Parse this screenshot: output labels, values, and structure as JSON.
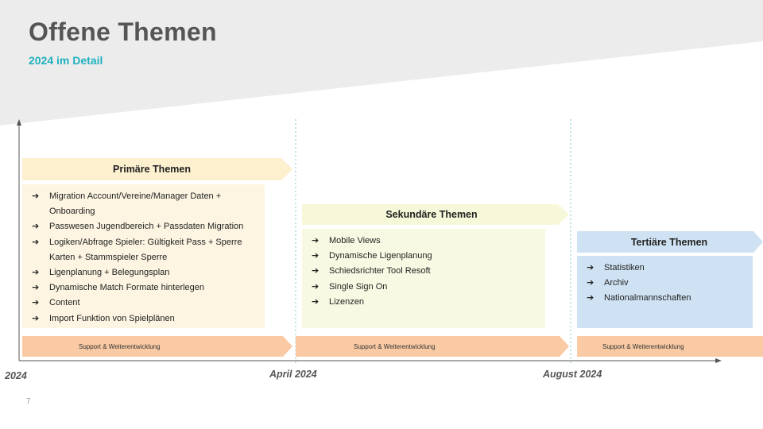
{
  "header": {
    "title": "Offene Themen",
    "subtitle": "2024 im Detail"
  },
  "colors": {
    "primary_banner": "#fcf0cf",
    "primary_box": "#fdf5e2",
    "secondary_banner": "#f6f8d9",
    "secondary_box": "#f8f9e2",
    "tertiary_banner": "#cfe2f3",
    "tertiary_box": "#cfe2f3",
    "support": "#f9caa3",
    "accent": "#1fb1bf"
  },
  "phases": [
    {
      "heading": "Primäre Themen",
      "items": [
        "Migration Account/Vereine/Manager Daten + Onboarding",
        "Passwesen Jugendbereich + Passdaten Migration",
        "Logiken/Abfrage Spieler: Gültigkeit Pass + Sperre Karten + Stammspieler Sperre",
        "Ligenplanung + Belegungsplan",
        "Dynamische Match Formate hinterlegen",
        "Content",
        "Import Funktion von Spielplänen"
      ]
    },
    {
      "heading": "Sekundäre Themen",
      "items": [
        "Mobile Views",
        "Dynamische Ligenplanung",
        "Schiedsrichter Tool Resoft",
        "Single Sign On",
        "Lizenzen"
      ]
    },
    {
      "heading": "Tertiäre Themen",
      "items": [
        "Statistiken",
        "Archiv",
        "Nationalmannschaften"
      ]
    }
  ],
  "support": [
    "Support & Weiterentwicklung",
    "Support & Weiterentwicklung",
    "Support & Weiterentwicklung"
  ],
  "timeline": {
    "start": "2024",
    "mid": "April 2024",
    "end": "August 2024"
  },
  "page_number": "7"
}
